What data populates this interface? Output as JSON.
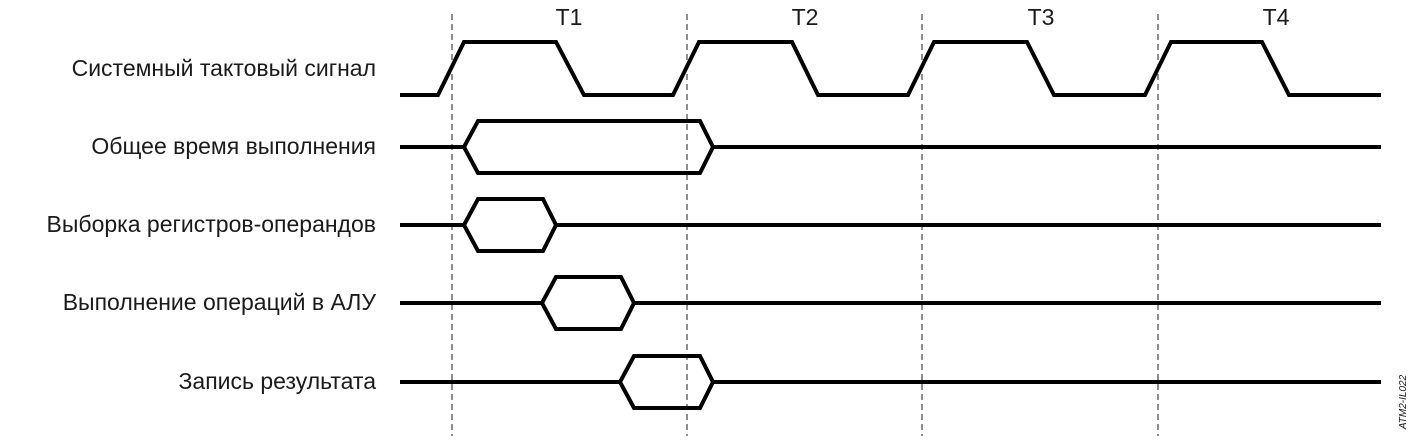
{
  "periods": [
    "T1",
    "T2",
    "T3",
    "T4"
  ],
  "signals": [
    {
      "label": "Системный тактовый сигнал"
    },
    {
      "label": "Общее время выполнения"
    },
    {
      "label": "Выборка регистров-операндов"
    },
    {
      "label": "Выполнение операций в АЛУ"
    },
    {
      "label": "Запись результата"
    }
  ],
  "figure_code": "ATM2-IL022"
}
